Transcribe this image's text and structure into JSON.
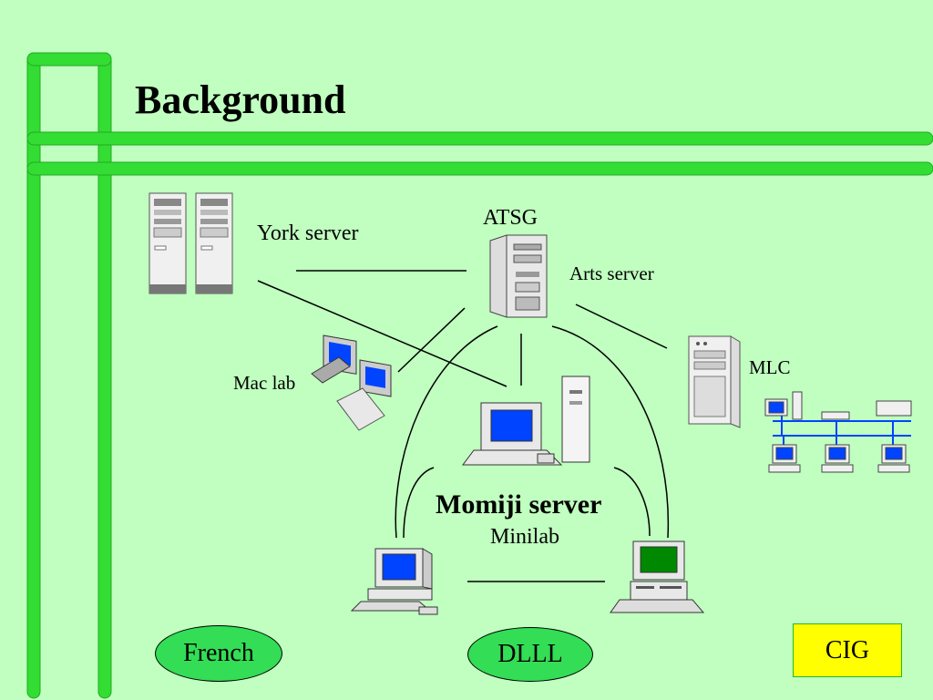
{
  "slide": {
    "title": "Background",
    "colors": {
      "background": "#c0ffc0",
      "frame": "#33dd33",
      "oval_fill": "#33dd55",
      "cig_fill": "#ffff00"
    }
  },
  "nodes": {
    "york_server": {
      "label": "York server",
      "icon": "server-rack-icon"
    },
    "atsg": {
      "label": "ATSG",
      "icon": "tower-server-icon"
    },
    "arts_server": {
      "label": "Arts server"
    },
    "mac_lab": {
      "label": "Mac lab",
      "icon": "mac-computers-icon"
    },
    "mlc": {
      "label": "MLC",
      "icon": "tower-server-icon",
      "network_icon": "lan-network-icon"
    },
    "momiji_server": {
      "label": "Momiji server",
      "icon": "desktop-computer-icon"
    },
    "minilab": {
      "label": "Minilab",
      "icons": [
        "desktop-computer-icon",
        "workstation-icon"
      ]
    }
  },
  "groups": {
    "french": "French",
    "dlll": "DLLL",
    "cig": "CIG"
  }
}
